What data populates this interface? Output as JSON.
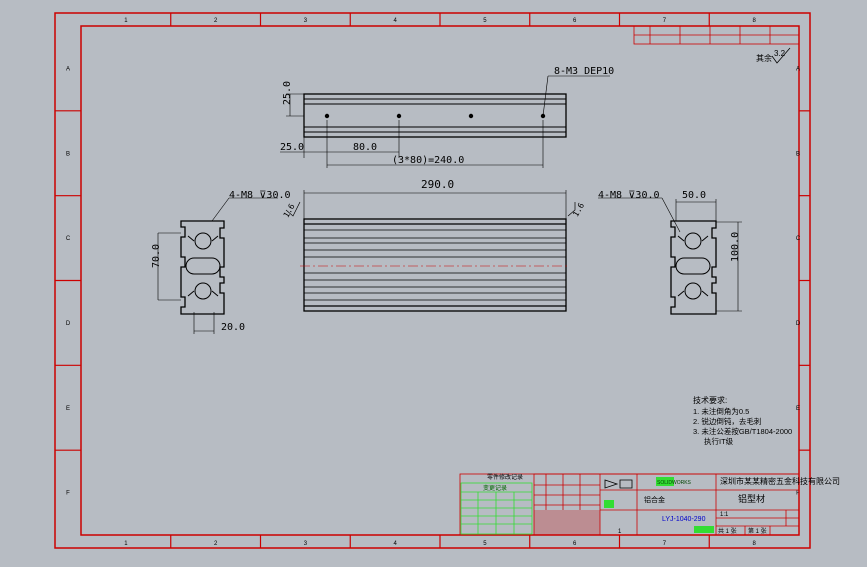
{
  "sheet": {
    "zone_columns": [
      "1",
      "2",
      "3",
      "4",
      "5",
      "6",
      "7",
      "8"
    ],
    "zone_rows": [
      "A",
      "B",
      "C",
      "D",
      "E",
      "F"
    ],
    "colors": {
      "frame": "#cc0000",
      "geometry": "#000000",
      "background": "#b7bcc3",
      "title_green": "#33dd33"
    }
  },
  "views": {
    "top": {
      "note": "8-M3 DEP10",
      "dims": {
        "height": "25.0",
        "edge": "25.0",
        "pitch": "80.0",
        "pattern": "(3*80)=240.0"
      }
    },
    "front": {
      "length": "290.0",
      "roughness_left": "1.6",
      "roughness_right": "1.6"
    },
    "left_section": {
      "hole_note": "4-M8 ⊽30.0",
      "height": "70.0",
      "width": "20.0"
    },
    "right_section": {
      "hole_note": "4-M8 ⊽30.0",
      "width": "50.0",
      "height": "100.0"
    }
  },
  "roughness_general": {
    "label": "其余",
    "value": "3.2"
  },
  "tech_requirements": {
    "heading": "技术要求:",
    "items": [
      "1. 未注倒角为0.5",
      "2. 锐边倒钝，去毛刺",
      "3. 未注公差按GB/T1804-2000",
      "执行IT级"
    ]
  },
  "title_block": {
    "company": "深圳市某某精密五金科技有限公司",
    "drawing_name": "铝型材",
    "material": "铝合金",
    "drawing_number": "LYJ-1040-290",
    "scale": "1:1",
    "sheet_label": "共 1 张",
    "page_label": "第 1 张",
    "qty": "1",
    "green_tag": "SOLIDWORKS",
    "rev_header": "零件修改记录",
    "change_header": "变更记录"
  }
}
